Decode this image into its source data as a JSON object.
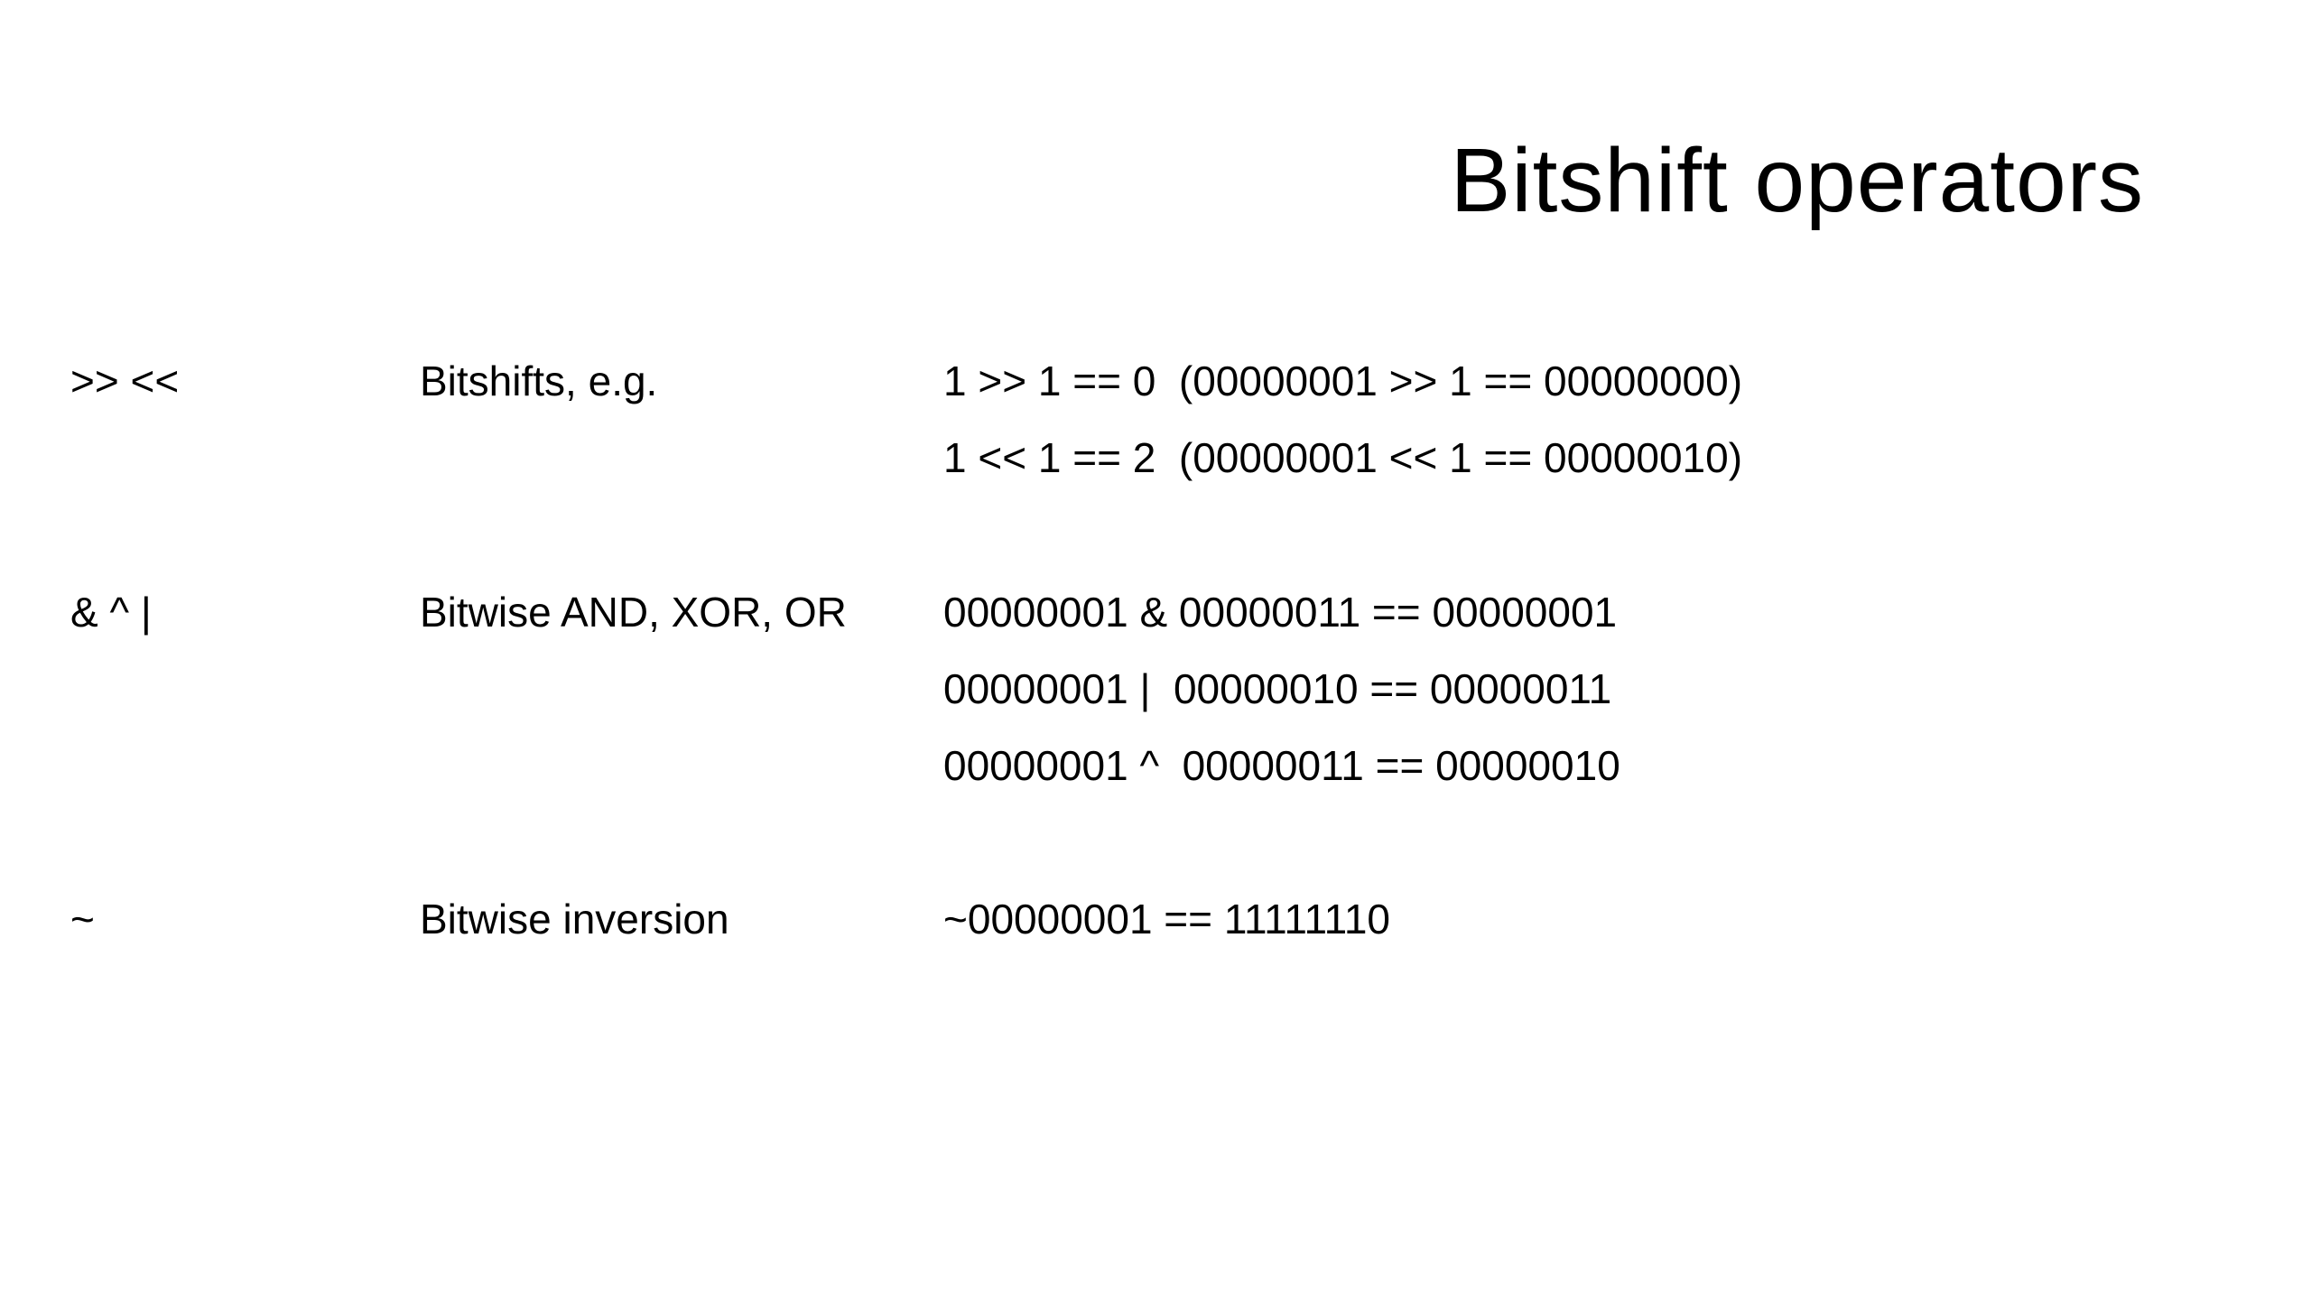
{
  "slide": {
    "title": "Bitshift operators",
    "rows": [
      {
        "operators": ">> <<",
        "description": "Bitshifts, e.g.",
        "examples": [
          "1 >> 1 == 0  (00000001 >> 1 == 00000000)",
          "1 << 1 == 2  (00000001 << 1 == 00000010)"
        ]
      },
      {
        "operators": "& ^ |",
        "description": "Bitwise AND, XOR, OR",
        "examples": [
          "00000001 & 00000011 == 00000001",
          "00000001 |  00000010 == 00000011",
          "00000001 ^  00000011 == 00000010"
        ]
      },
      {
        "operators": "~",
        "description": "Bitwise inversion",
        "examples": [
          "~00000001 == 11111110"
        ]
      }
    ]
  }
}
